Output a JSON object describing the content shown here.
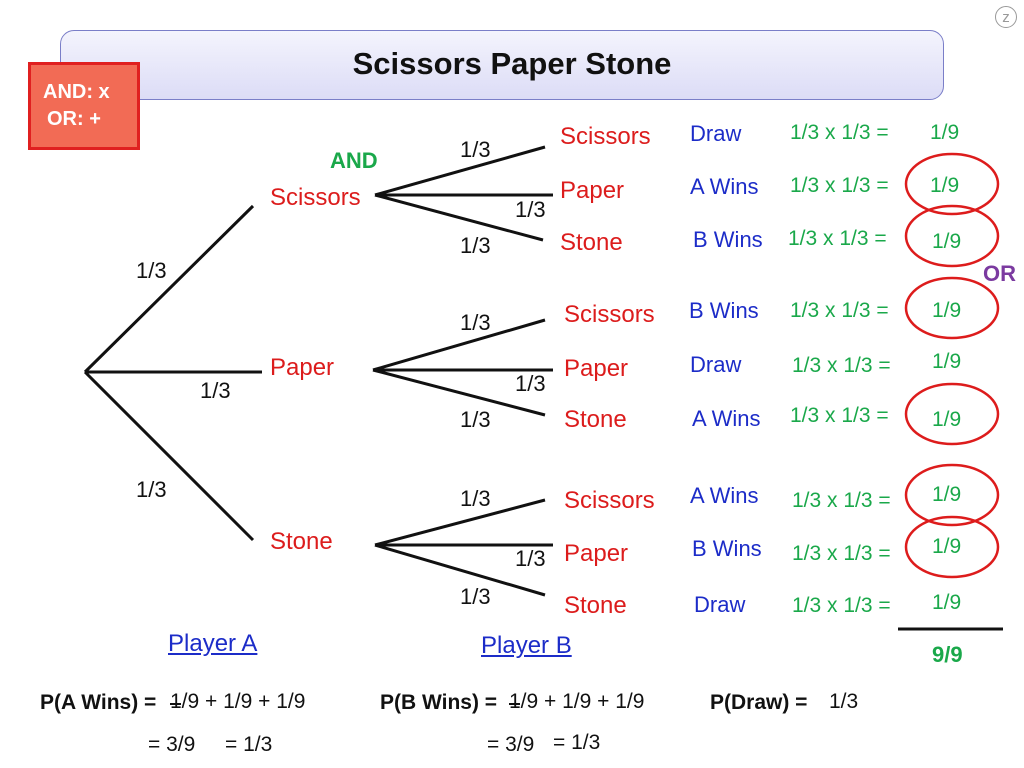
{
  "title": "Scissors Paper Stone",
  "rules": {
    "line1": "AND: x",
    "line2": "OR: +"
  },
  "labels": {
    "and": "AND",
    "or": "OR",
    "player_a": "Player A",
    "player_b": "Player B"
  },
  "first_level": {
    "prob_top": "1/3",
    "prob_mid": "1/3",
    "prob_bot": "1/3",
    "choices": [
      "Scissors",
      "Paper",
      "Stone"
    ]
  },
  "groups": [
    {
      "probs": [
        "1/3",
        "1/3",
        "1/3"
      ],
      "choices": [
        "Scissors",
        "Paper",
        "Stone"
      ],
      "results": [
        "Draw",
        "A Wins",
        "B Wins"
      ],
      "calcs": [
        "1/3 x 1/3 =",
        "1/3 x 1/3 =",
        "1/3 x 1/3 ="
      ],
      "answers": [
        "1/9",
        "1/9",
        "1/9"
      ]
    },
    {
      "probs": [
        "1/3",
        "1/3",
        "1/3"
      ],
      "choices": [
        "Scissors",
        "Paper",
        "Stone"
      ],
      "results": [
        "B Wins",
        "Draw",
        "A Wins"
      ],
      "calcs": [
        "1/3 x 1/3 =",
        "1/3 x 1/3 =",
        "1/3 x 1/3 ="
      ],
      "answers": [
        "1/9",
        "1/9",
        "1/9"
      ]
    },
    {
      "probs": [
        "1/3",
        "1/3",
        "1/3"
      ],
      "choices": [
        "Scissors",
        "Paper",
        "Stone"
      ],
      "results": [
        "A Wins",
        "B Wins",
        "Draw"
      ],
      "calcs": [
        "1/3 x 1/3 =",
        "1/3 x 1/3 =",
        "1/3 x 1/3 ="
      ],
      "answers": [
        "1/9",
        "1/9",
        "1/9"
      ]
    }
  ],
  "total": "9/9",
  "summary": {
    "pa_label": "P(A Wins) =",
    "pa_sum": "1/9 + 1/9 + 1/9",
    "pa_result1": "= 3/9",
    "pa_result2": "= 1/3",
    "pb_label": "P(B Wins) =",
    "pb_sum": "1/9 + 1/9 + 1/9",
    "pb_result1": "= 3/9",
    "pb_result2": "= 1/3",
    "pd_label": "P(Draw) =",
    "pd_value": "1/3"
  },
  "colors": {
    "red": "#dc1c1c",
    "blue": "#1c2cc8",
    "green": "#1aa84a",
    "purple": "#7b3aa0",
    "circle": "#dd1c1c"
  }
}
